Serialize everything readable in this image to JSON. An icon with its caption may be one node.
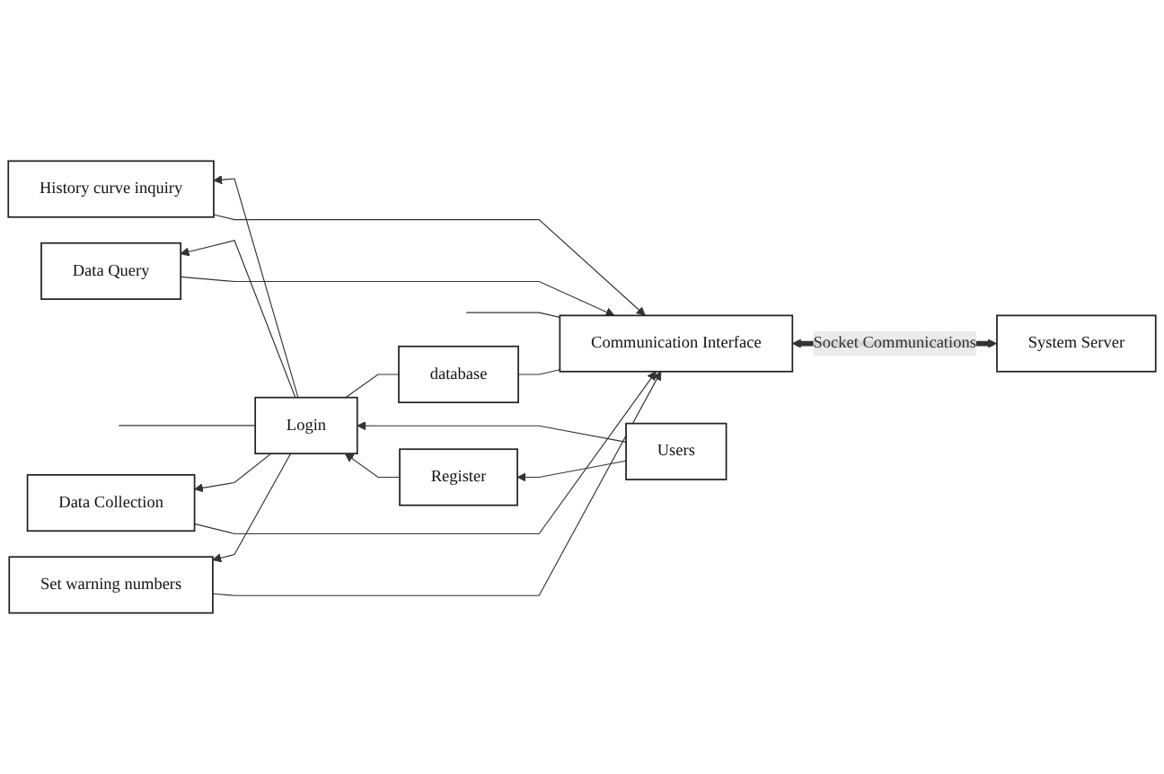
{
  "diagram": {
    "nodes": [
      {
        "text": [
          "System Server"
        ]
      },
      {
        "text": [
          "Communication Interface"
        ]
      },
      {
        "text": [
          "database"
        ]
      },
      {
        "text": [
          "Set warning numbers"
        ]
      },
      {
        "text": [
          "Data Collection"
        ]
      },
      {
        "text": [
          "Data Query"
        ]
      },
      {
        "text": [
          "History curve inquiry"
        ]
      },
      {
        "text": [
          "Register"
        ]
      },
      {
        "text": [
          "Login"
        ]
      },
      {
        "text": [
          "Users"
        ]
      }
    ],
    "edges": [
      {
        "from": 0,
        "to": 1,
        "arrow": "both",
        "label": "Socket Communications",
        "style": "thick"
      },
      {
        "from": 1,
        "to": 2,
        "arrow": "none"
      },
      {
        "from": 2,
        "to": 8,
        "arrow": "none"
      },
      {
        "from": 9,
        "to": 8,
        "arrow": "to"
      },
      {
        "from": 9,
        "to": 7,
        "arrow": "to"
      },
      {
        "from": 7,
        "to": 8,
        "arrow": "to"
      },
      {
        "from": 8,
        "to": 3,
        "arrow": "to"
      },
      {
        "from": 8,
        "to": 4,
        "arrow": "to"
      },
      {
        "from": 8,
        "to": 5,
        "arrow": "to"
      },
      {
        "from": 8,
        "to": 6,
        "arrow": "to"
      },
      {
        "from": 3,
        "to": 1,
        "arrow": "to"
      },
      {
        "from": 4,
        "to": 1,
        "arrow": "to"
      },
      {
        "from": 5,
        "to": 1,
        "arrow": "to"
      },
      {
        "from": 6,
        "to": 1,
        "arrow": "to"
      },
      {
        "from": 1,
        "to": null,
        "arrow": "none"
      },
      {
        "from": 8,
        "to": null,
        "arrow": "none"
      }
    ]
  }
}
